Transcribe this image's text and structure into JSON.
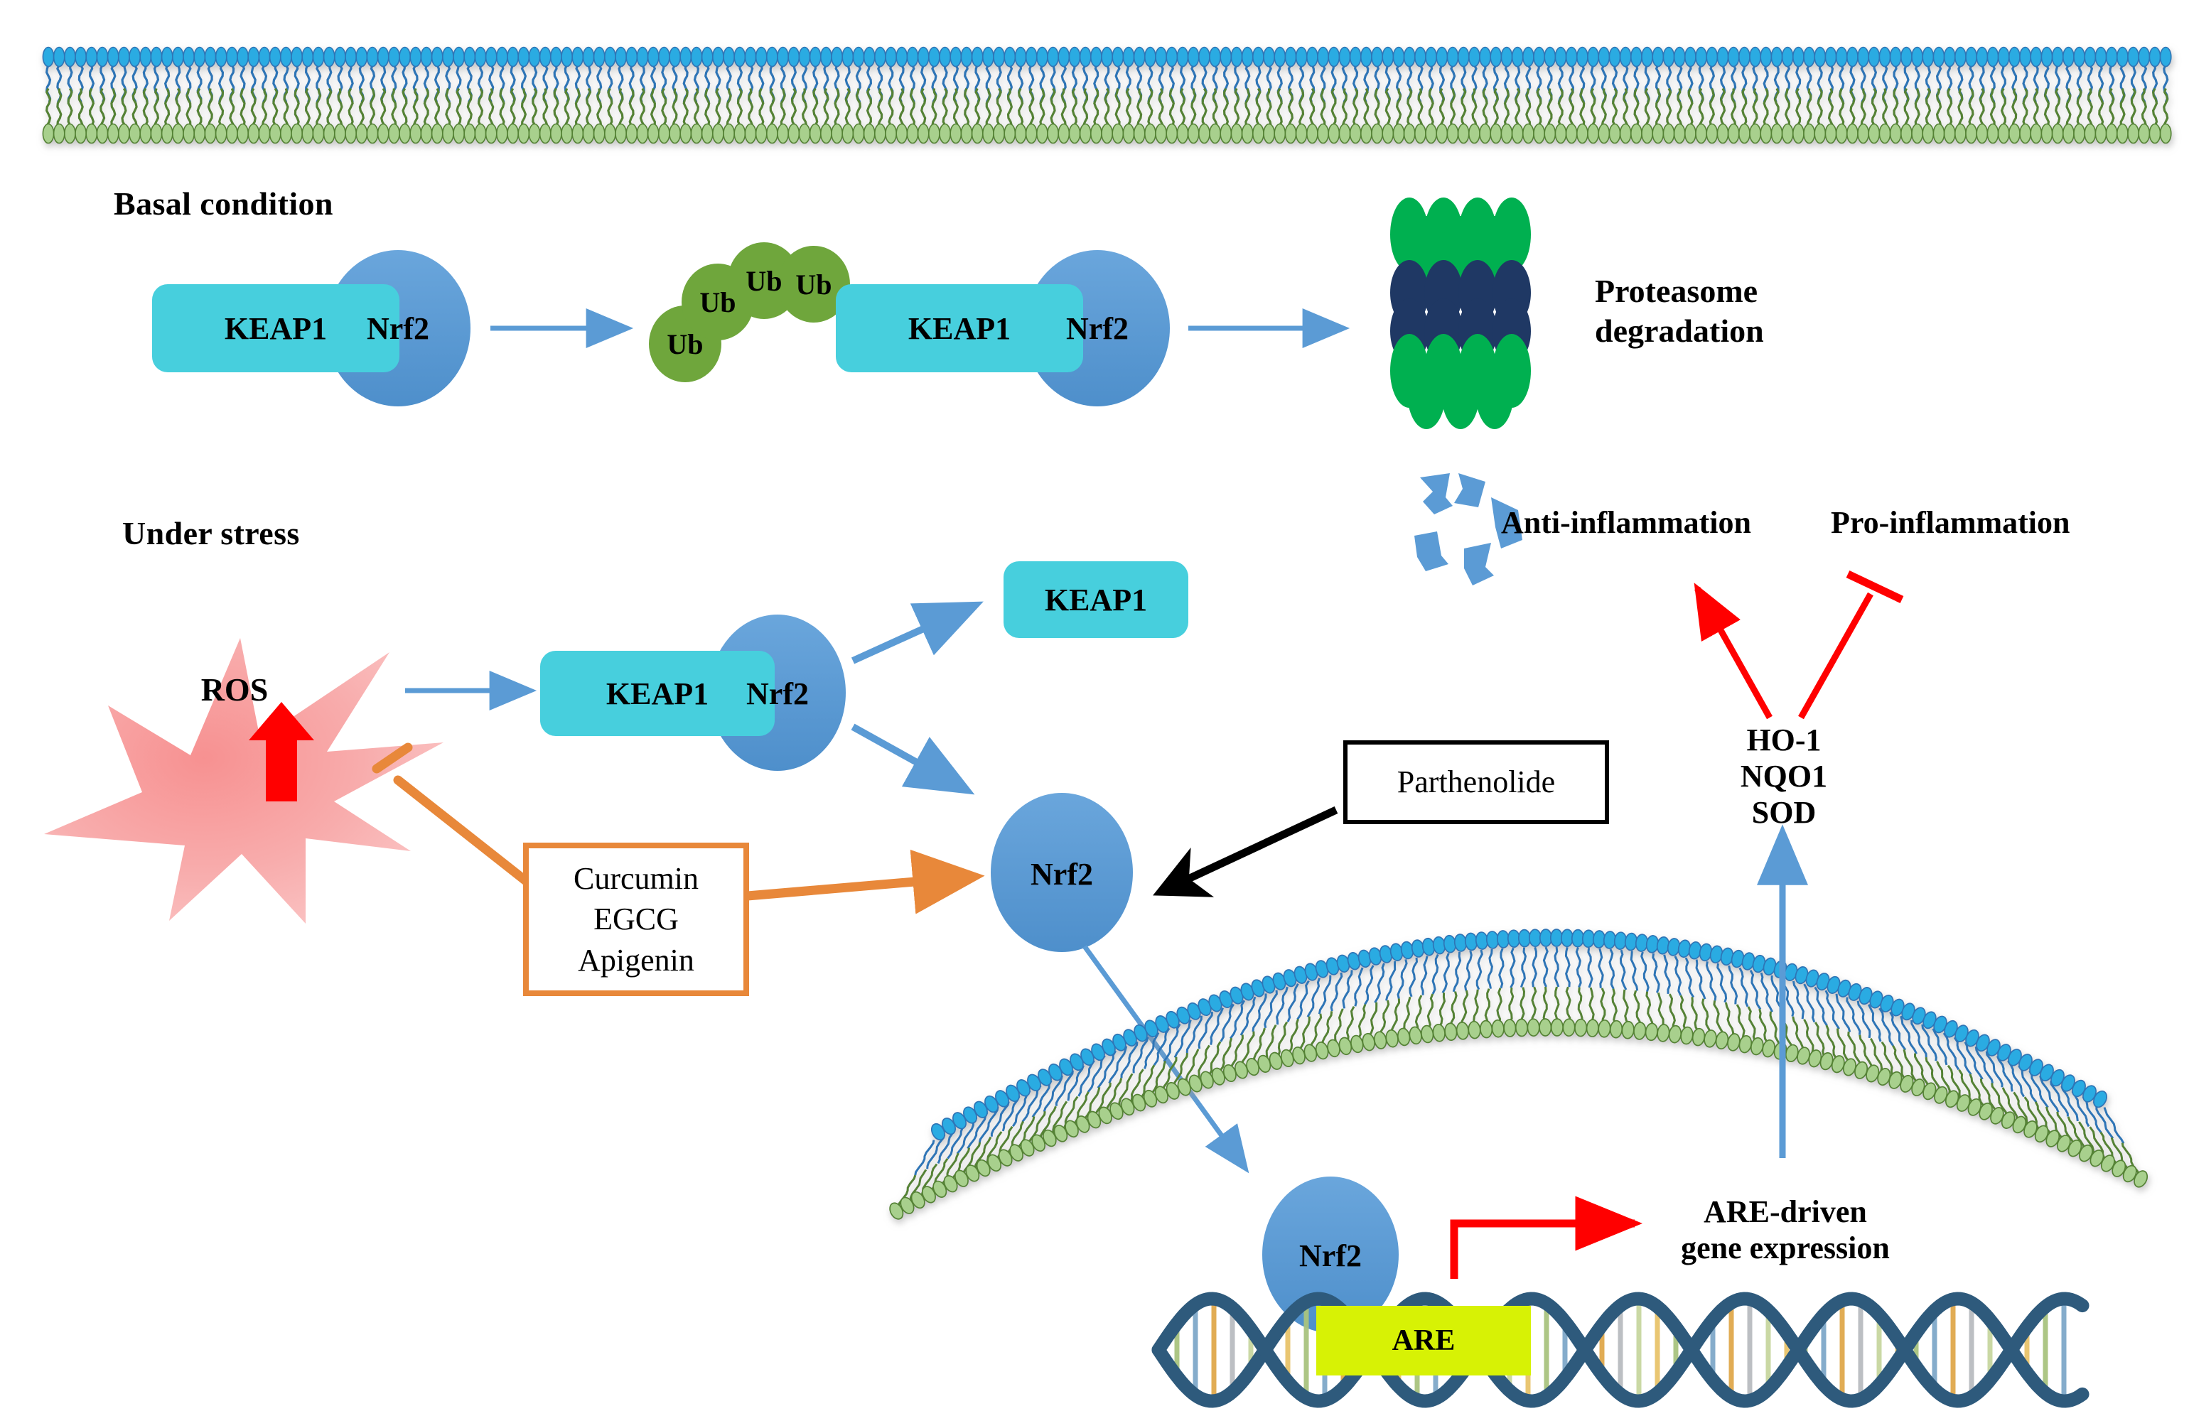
{
  "diagram": {
    "title_basal": "Basal condition",
    "title_stress": "Under stress"
  },
  "labels": {
    "keap1": "KEAP1",
    "nrf2": "Nrf2",
    "ub": "Ub",
    "ros": "ROS",
    "are": "ARE",
    "proteasome_degradation": "Proteasome\ndegradation",
    "anti_inflammation": "Anti-inflammation",
    "pro_inflammation": "Pro-inflammation",
    "enzymes": "HO-1\nNQO1\nSOD",
    "enzyme_list": [
      "HO-1",
      "NQO1",
      "SOD"
    ],
    "are_driven": "ARE-driven\ngene expression",
    "parthenolide": "Parthenolide",
    "phytochemicals": "Curcumin\nEGCG\nApigenin",
    "phytochemical_list": [
      "Curcumin",
      "EGCG",
      "Apigenin"
    ]
  },
  "nodes": {
    "basal_keap1": "KEAP1",
    "basal_nrf2": "Nrf2",
    "ubiq_keap1": "KEAP1",
    "ubiq_nrf2": "Nrf2",
    "ub1": "Ub",
    "ub2": "Ub",
    "ub3": "Ub",
    "ub4": "Ub",
    "stress_keap1": "KEAP1",
    "stress_nrf2": "Nrf2",
    "released_keap1": "KEAP1",
    "free_nrf2": "Nrf2",
    "nuclear_nrf2": "Nrf2",
    "are_box": "ARE"
  },
  "colors": {
    "keap1_fill": "#47CFDD",
    "nrf2_fill": "#5B9BD5",
    "ub_fill": "#6FA63C",
    "membrane_head_top": "#29ABE2",
    "membrane_head_bottom": "#A8D08D",
    "membrane_tail_top": "#2E75B6",
    "membrane_tail_bottom": "#548235",
    "ros_fill": "#F8AFAE",
    "red_arrow": "#FF0000",
    "orange": "#E8883A",
    "blue_arrow": "#5B9BD5",
    "proteasome_green": "#00B050",
    "proteasome_navy": "#1F3864",
    "fragment_blue": "#5B9BD5",
    "dna_backbone": "#2E5A7C",
    "are_fill": "#D7F205",
    "black": "#000000"
  },
  "structures": {
    "plasma_membrane": "lipid-bilayer-horizontal",
    "nuclear_membrane": "lipid-bilayer-curved",
    "dna": "double-helix",
    "proteasome": "barrel-stack"
  }
}
